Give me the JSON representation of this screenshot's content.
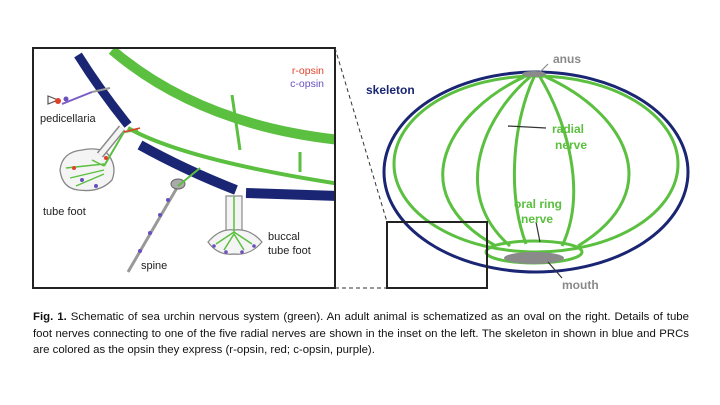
{
  "inset": {
    "labels": {
      "r_opsin": "r-opsin",
      "c_opsin": "c-opsin",
      "pedicellaria": "pedicellaria",
      "tube_foot": "tube foot",
      "spine": "spine",
      "buccal_line1": "buccal",
      "buccal_line2": "tube foot"
    }
  },
  "animal": {
    "labels": {
      "anus": "anus",
      "skeleton": "skeleton",
      "radial_line1": "radial",
      "radial_line2": "nerve",
      "oral_line1": "oral ring",
      "oral_line2": "nerve",
      "mouth": "mouth"
    }
  },
  "caption": {
    "figure_label": "Fig. 1.",
    "text": " Schematic of sea urchin nervous system (green). An adult animal is schematized as an oval on the right. Details of tube foot nerves connecting to one of the five radial nerves are shown in the inset on the left. The skeleton in shown in blue and PRCs are colored as the opsin they express (r-opsin, red; c-opsin, purple)."
  },
  "colors": {
    "nerve": "#5bbf3f",
    "skeleton": "#1a2673",
    "r_opsin": "#e0402a",
    "c_opsin": "#6a4fc0",
    "gray_label": "#8a8a8a"
  }
}
